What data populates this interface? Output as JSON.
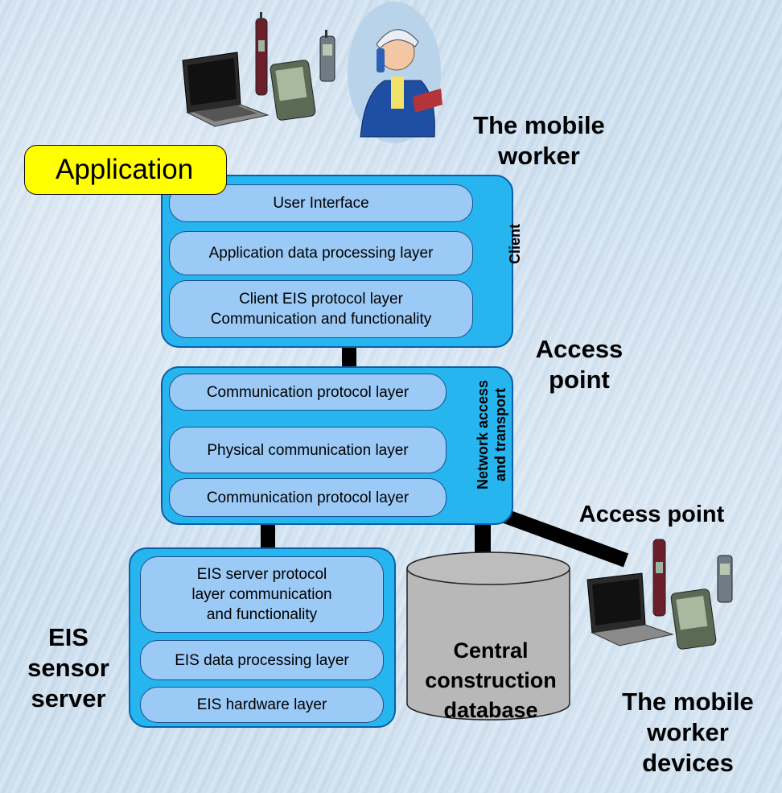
{
  "labels": {
    "mobile_worker": "The mobile\nworker",
    "access_point_1": "Access\npoint",
    "access_point_2": "Access point",
    "eis_sensor_server": "EIS\nsensor\nserver",
    "mobile_worker_devices": "The mobile\nworker\ndevices",
    "central_db": "Central\nconstruction\ndatabase"
  },
  "application": {
    "label": "Application"
  },
  "client": {
    "side_label": "Client",
    "layers": [
      "User Interface",
      "Application data processing layer",
      "Client EIS protocol layer\nCommunication and functionality"
    ]
  },
  "network": {
    "side_label": "Network access\nand transport",
    "layers": [
      "Communication protocol layer",
      "Physical communication layer",
      "Communication protocol layer"
    ]
  },
  "eis_server": {
    "layers": [
      "EIS server protocol\nlayer communication\nand functionality",
      "EIS data processing layer",
      "EIS hardware layer"
    ]
  },
  "colors": {
    "container": "#27b5ef",
    "layer": "#9ccaf6",
    "application": "#ffff00",
    "database": "#b8b8b8"
  },
  "icons": [
    "laptop-icon",
    "mobile-phone-icon",
    "pda-icon",
    "worker-on-phone-illustration"
  ]
}
